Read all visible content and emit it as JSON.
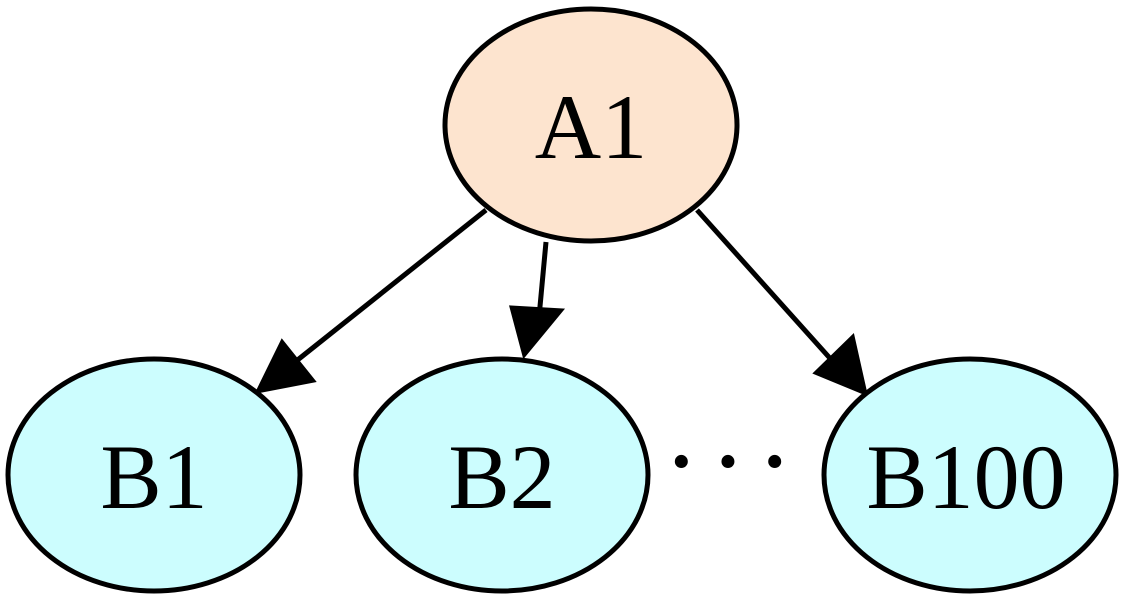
{
  "diagram": {
    "colors": {
      "root_fill": "#FDE4CF",
      "child_fill": "#CCFDFE",
      "stroke": "#000000"
    },
    "root": {
      "label": "A1"
    },
    "children": [
      {
        "label": "B1"
      },
      {
        "label": "B2"
      },
      {
        "label": "B100"
      }
    ],
    "ellipsis": "· · ·"
  }
}
